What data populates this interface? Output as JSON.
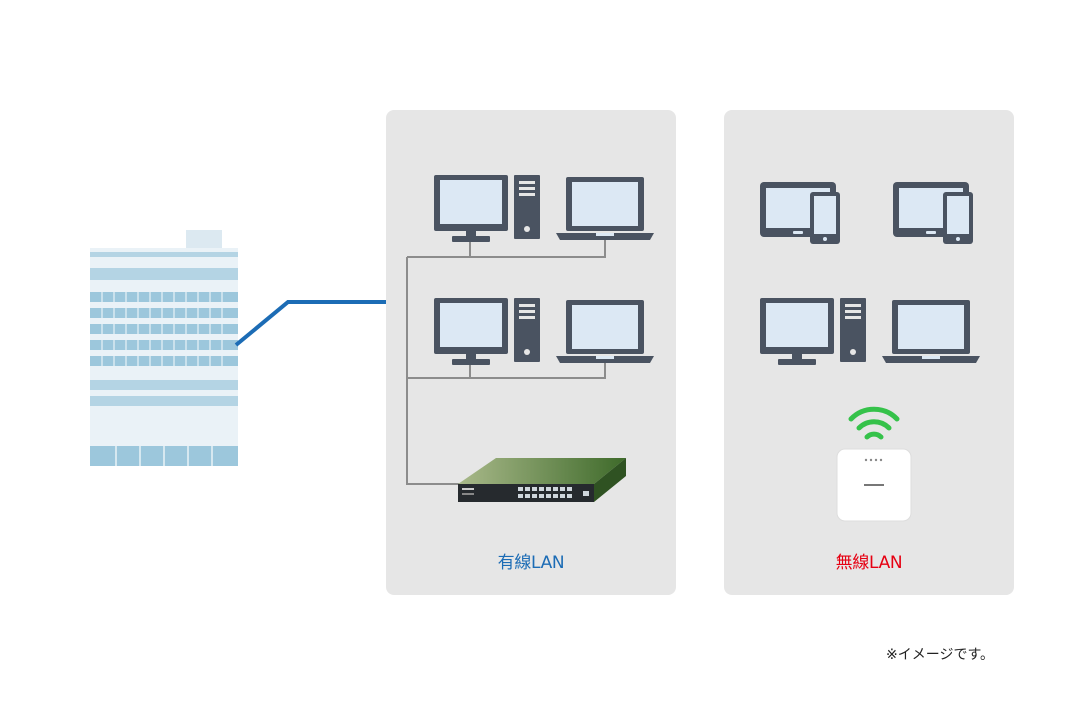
{
  "panels": {
    "wired": {
      "label": "有線LAN"
    },
    "wireless": {
      "label": "無線LAN"
    }
  },
  "footnote": "※イメージです。",
  "colors": {
    "panel_bg": "#e6e6e6",
    "wired_label": "#1c6cb5",
    "wireless_label": "#e60012",
    "uplink_line": "#1c6cb5",
    "network_line": "#8c8c8c",
    "device_dark": "#4a5361",
    "screen": "#dce8f4",
    "switch_green": "#5d7a34",
    "wifi_signal": "#35c24a",
    "building_blue": "#9cc7dc"
  },
  "icons": {
    "building": "office-building-icon",
    "desktop": "desktop-pc-icon",
    "laptop": "laptop-icon",
    "tablet_phone": "tablet-and-phone-icon",
    "switch": "network-switch-icon",
    "access_point": "wireless-access-point-icon",
    "wifi": "wifi-signal-icon"
  }
}
